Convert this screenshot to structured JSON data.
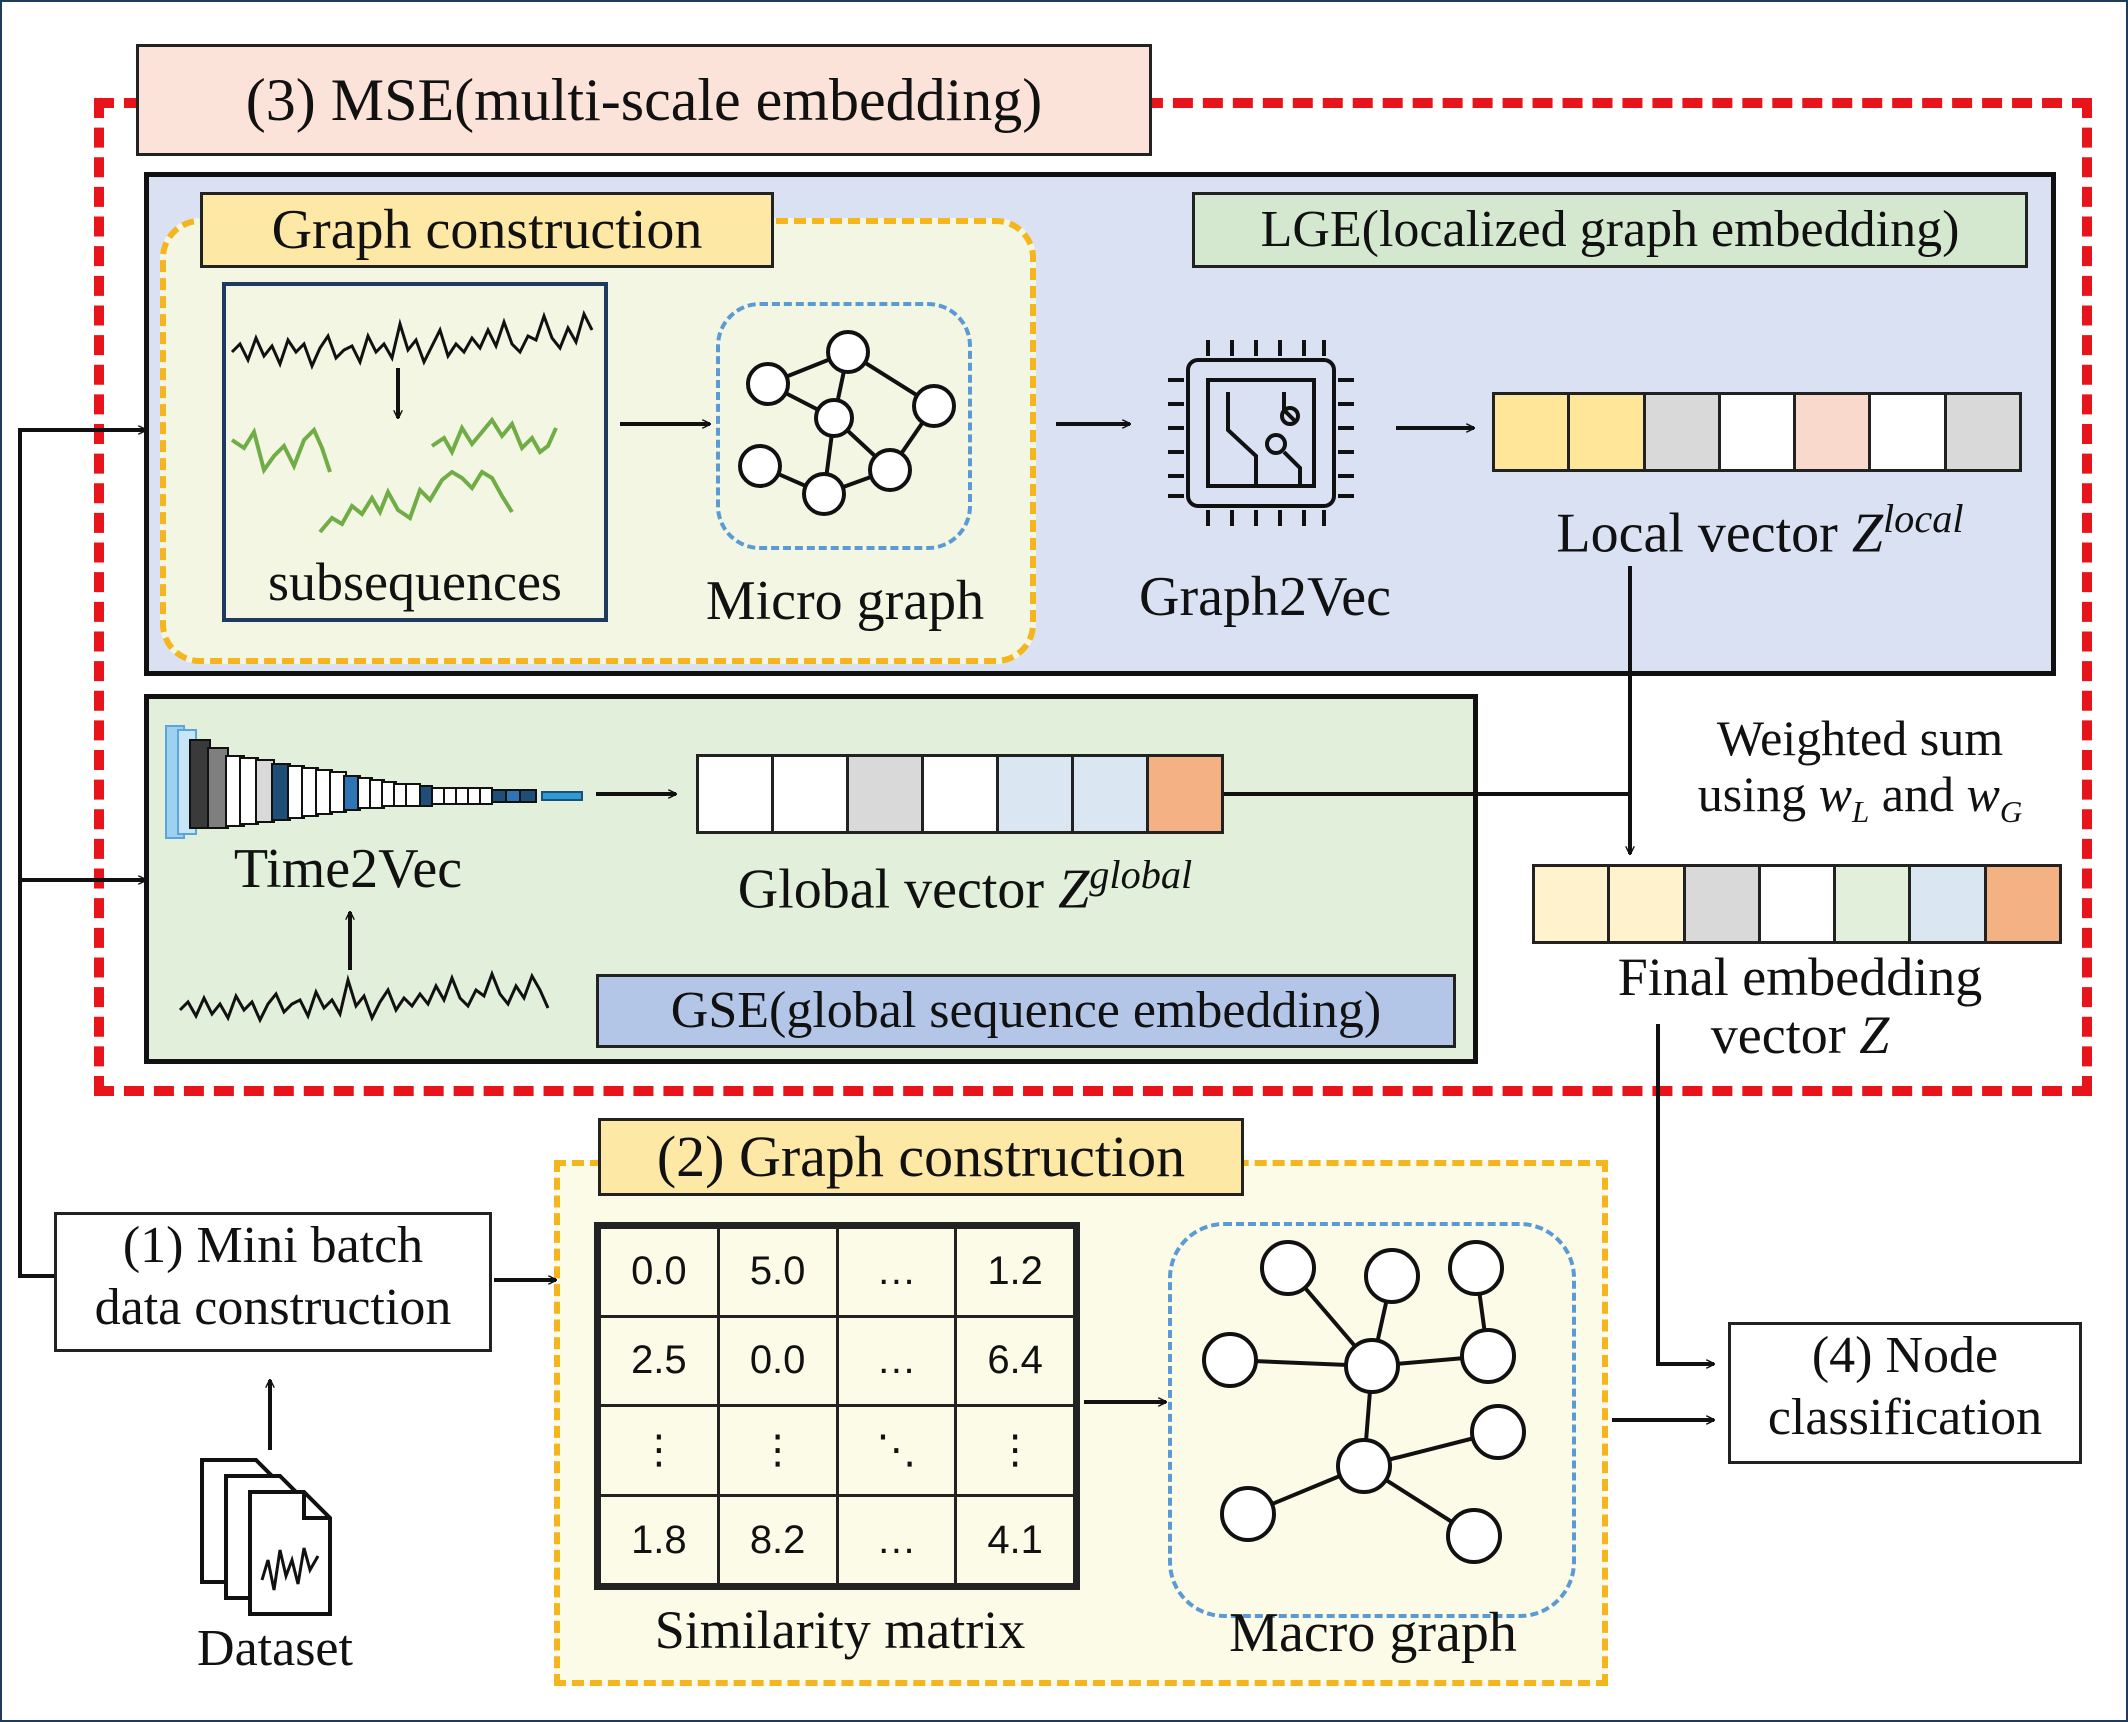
{
  "mse": {
    "title": "(3) MSE(multi-scale embedding)"
  },
  "lge": {
    "title": "LGE(localized graph embedding)",
    "graph_construction_title": "Graph construction",
    "subsequences_label": "subsequences",
    "micro_graph_label": "Micro graph",
    "graph2vec_label": "Graph2Vec",
    "local_vector_label": "Local vector",
    "local_vector_symbol": "Z",
    "local_vector_sup": "local",
    "local_vector_colors": [
      "#ffe699",
      "#ffe699",
      "#d9d9d9",
      "#ffffff",
      "#f8d9cc",
      "#ffffff",
      "#d9d9d9"
    ]
  },
  "gse": {
    "title": "GSE(global sequence embedding)",
    "time2vec_label": "Time2Vec",
    "global_vector_label": "Global vector",
    "global_vector_symbol": "Z",
    "global_vector_sup": "global",
    "global_vector_colors": [
      "#ffffff",
      "#ffffff",
      "#d9d9d9",
      "#ffffff",
      "#dae6f2",
      "#dae6f2",
      "#f4b183"
    ]
  },
  "fusion": {
    "weighted_line1": "Weighted sum",
    "weighted_line2_prefix": "using",
    "w_l": "w",
    "w_l_sub": "L",
    "and_word": "and",
    "w_g": "w",
    "w_g_sub": "G",
    "final_line1": "Final embedding",
    "final_line2": "vector",
    "final_symbol": "Z",
    "final_vector_colors": [
      "#fff2cc",
      "#fff2cc",
      "#d9d9d9",
      "#ffffff",
      "#e2efda",
      "#dae6f2",
      "#f4b183"
    ]
  },
  "step1": {
    "line1": "(1) Mini batch",
    "line2": "data construction"
  },
  "dataset_label": "Dataset",
  "step2": {
    "title": "(2) Graph construction",
    "matrix": [
      [
        "0.0",
        "5.0",
        "…",
        "1.2"
      ],
      [
        "2.5",
        "0.0",
        "…",
        "6.4"
      ],
      [
        "⋮",
        "⋮",
        "⋱",
        "⋮"
      ],
      [
        "1.8",
        "8.2",
        "…",
        "4.1"
      ]
    ],
    "similarity_label": "Similarity matrix",
    "macro_graph_label": "Macro graph"
  },
  "step4": {
    "line1": "(4) Node",
    "line2": "classification"
  },
  "colors": {
    "mse_border": "#e8141b",
    "gc_border": "#f5b51d",
    "graph_dash": "#5b9bd5",
    "green_wave": "#70ad47",
    "frame": "#1f3a5f"
  }
}
